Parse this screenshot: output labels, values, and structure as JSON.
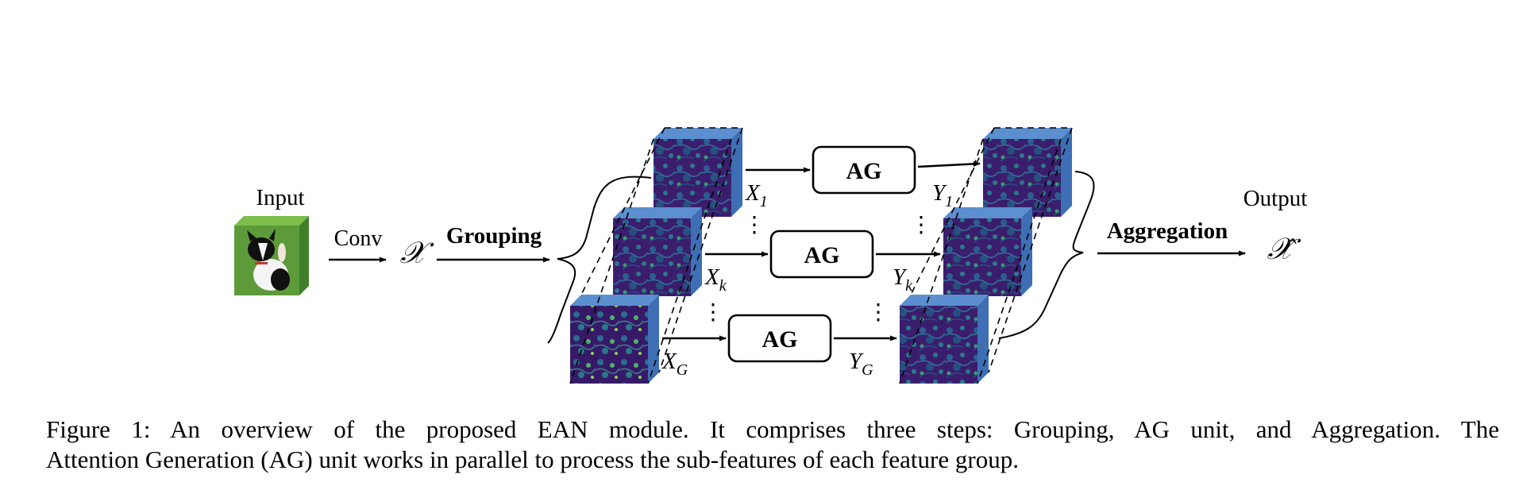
{
  "labels": {
    "input": "Input",
    "output": "Output",
    "conv": "Conv",
    "grouping": "Grouping",
    "aggregation": "Aggregation",
    "x_symbol": "𝒳",
    "x_hat_symbol": "𝒳̂",
    "ag": "AG",
    "vdots": "⋮"
  },
  "groups": [
    {
      "id": "1",
      "in_label": "X",
      "in_sub": "1",
      "out_label": "Y",
      "out_sub": "1"
    },
    {
      "id": "k",
      "in_label": "X",
      "in_sub": "k",
      "out_label": "Y",
      "out_sub": "k"
    },
    {
      "id": "G",
      "in_label": "X",
      "in_sub": "G",
      "out_label": "Y",
      "out_sub": "G"
    }
  ],
  "caption": {
    "line1": "Figure 1: An overview of the proposed EAN module. It comprises three steps: Grouping, AG unit, and Aggregation. The",
    "line2": "Attention Generation (AG) unit works in parallel to process the sub-features of each feature group."
  },
  "colors": {
    "feature_dark": "#3b1d6e",
    "feature_mid": "#2b5f8e",
    "feature_green": "#4fb36a",
    "cube_top": "#5b8fd0",
    "cube_side": "#3e6fb5",
    "grass": "#5d9a3a",
    "line": "#000000"
  },
  "icons": {
    "input_image": "dog-photo-cube",
    "feature_map": "feature-map-cube"
  }
}
